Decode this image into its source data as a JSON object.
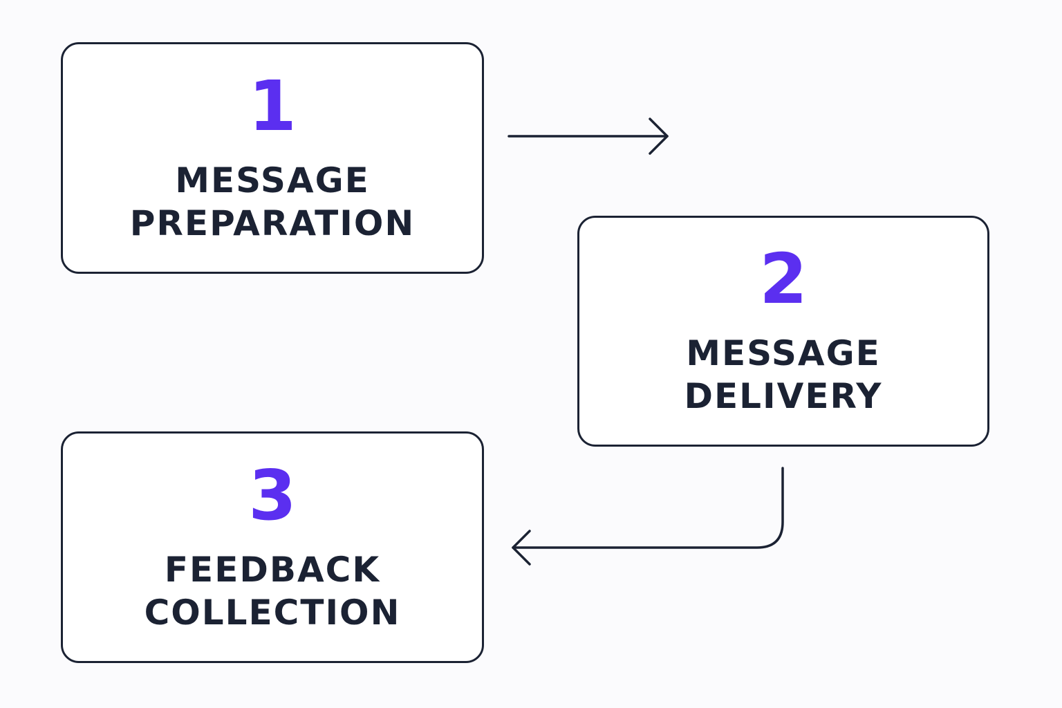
{
  "colors": {
    "accent": "#5b2ff0",
    "text": "#1b2233",
    "border": "#1b2233",
    "background": "#fbfbfd"
  },
  "steps": [
    {
      "number": "1",
      "label_line1": "MESSAGE",
      "label_line2": "PREPARATION"
    },
    {
      "number": "2",
      "label_line1": "MESSAGE",
      "label_line2": "DELIVERY"
    },
    {
      "number": "3",
      "label_line1": "FEEDBACK",
      "label_line2": "COLLECTION"
    }
  ],
  "connectors": [
    {
      "from": "1",
      "to": "2",
      "shape": "straight-arrow"
    },
    {
      "from": "2",
      "to": "3",
      "shape": "elbow-arrow"
    }
  ]
}
